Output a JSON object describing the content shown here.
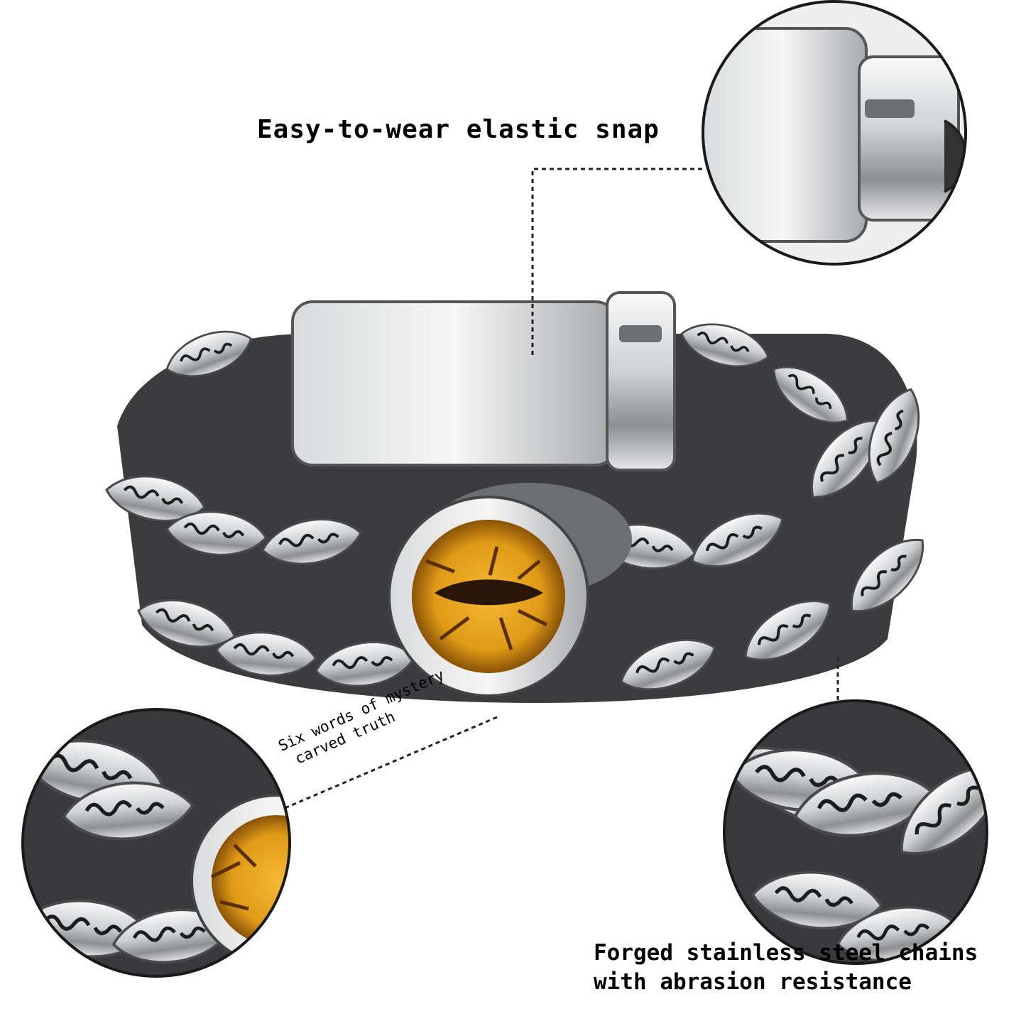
{
  "callouts": {
    "snap": "Easy-to-wear elastic snap",
    "words_line1": "Six words of mystery",
    "words_line2": "carved truth",
    "chain_line1": "Forged stainless steel chains",
    "chain_line2": "with abrasion resistance"
  },
  "colors": {
    "steel_light": "#e9e9ea",
    "steel_mid": "#b7b8ba",
    "steel_dark": "#3c3c3e",
    "eye_amber": "#e3a21e",
    "pupil": "#2a1608",
    "circle_border": "#1a1a1a",
    "leader_line": "#222222"
  },
  "icons": [
    "bracelet-image",
    "clasp-zoom-image",
    "eye-zoom-image",
    "chain-zoom-image"
  ]
}
